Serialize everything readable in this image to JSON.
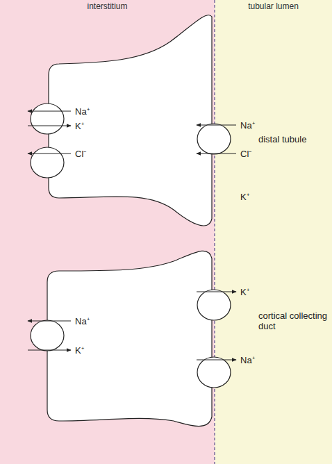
{
  "diagram": {
    "nodes": [
      {
        "text": [
          "interstitium"
        ]
      },
      {
        "text": [
          "tubular lumen"
        ]
      }
    ],
    "labels": [
      "Na⁺",
      "Na⁺",
      "K⁺",
      "distal tubule",
      "Cl⁻",
      "Cl⁻",
      "K⁺",
      "K⁺",
      "cortical collecting duct",
      "Na⁺",
      "K⁺",
      "Na⁺"
    ]
  }
}
